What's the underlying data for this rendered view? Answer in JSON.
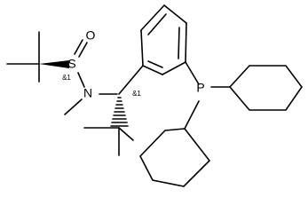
{
  "molecule": {
    "atoms": {
      "sulfur": "S",
      "oxygen": "O",
      "nitrogen": "N",
      "phosphorus": "P"
    },
    "stereo_labels": {
      "sulfur_center": "&1",
      "carbon_center": "&1"
    }
  },
  "colors": {
    "bond": "#000000",
    "text": "#000000",
    "background": "#ffffff"
  }
}
